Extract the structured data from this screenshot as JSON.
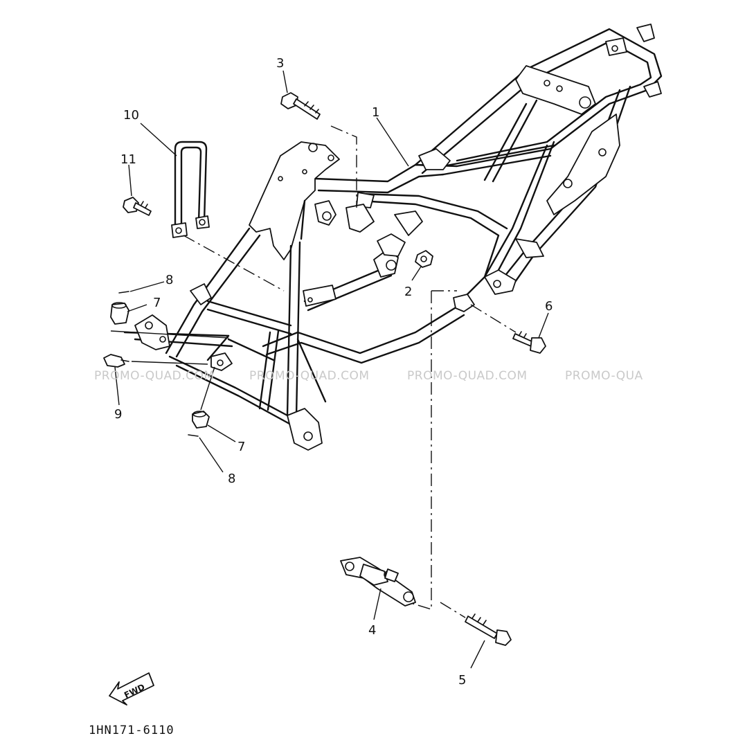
{
  "callouts": [
    {
      "id": "1",
      "text": "1"
    },
    {
      "id": "2",
      "text": "2"
    },
    {
      "id": "3",
      "text": "3"
    },
    {
      "id": "4",
      "text": "4"
    },
    {
      "id": "5",
      "text": "5"
    },
    {
      "id": "6",
      "text": "6"
    },
    {
      "id": "7a",
      "text": "7"
    },
    {
      "id": "7b",
      "text": "7"
    },
    {
      "id": "8a",
      "text": "8"
    },
    {
      "id": "8b",
      "text": "8"
    },
    {
      "id": "9",
      "text": "9"
    },
    {
      "id": "10",
      "text": "10"
    },
    {
      "id": "11",
      "text": "11"
    }
  ],
  "fwd_label": "FWD",
  "drawing_code": "1HN171-6110",
  "watermark": [
    "PROMO-QUAD.COM",
    "PROMO-QUAD.COM",
    "PROMO-QUAD.COM",
    "PROMO-QUA"
  ]
}
